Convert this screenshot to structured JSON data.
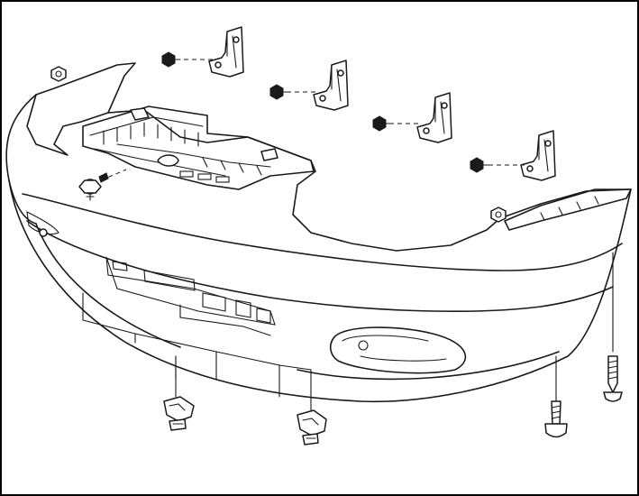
{
  "diagram": {
    "type": "exploded-parts-view",
    "subject": "front-bumper-assembly",
    "colors": {
      "line": "#1a1a1a",
      "background": "#ffffff"
    },
    "parts": {
      "mounting_brackets": 4,
      "bracket_bolts": 4,
      "bumper_nuts": 2,
      "lower_clips": 2,
      "lower_screws": 2,
      "push_rivet": 1
    }
  }
}
